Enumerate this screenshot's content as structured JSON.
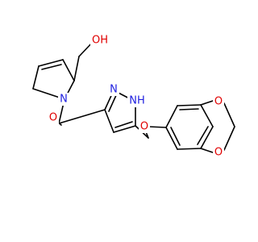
{
  "molecule": {
    "atoms": {
      "hydroxyl": {
        "text": "OH",
        "element": "O"
      },
      "carbonyl_oxygen": {
        "text": "O",
        "element": "O"
      },
      "pyrroline_nitrogen": {
        "text": "N",
        "element": "N"
      },
      "pyrazole_n_top": {
        "text": "N",
        "element": "N"
      },
      "pyrazole_nh": {
        "text": "NH",
        "element": "N"
      },
      "ether_oxygen": {
        "text": "O",
        "element": "O"
      },
      "dioxole_oxygen_top": {
        "text": "O",
        "element": "O"
      },
      "dioxole_oxygen_bottom": {
        "text": "O",
        "element": "O"
      }
    },
    "colors": {
      "carbon_bond": "#000000",
      "oxygen": "#e00000",
      "nitrogen": "#2020e0",
      "background": "#ffffff"
    }
  }
}
